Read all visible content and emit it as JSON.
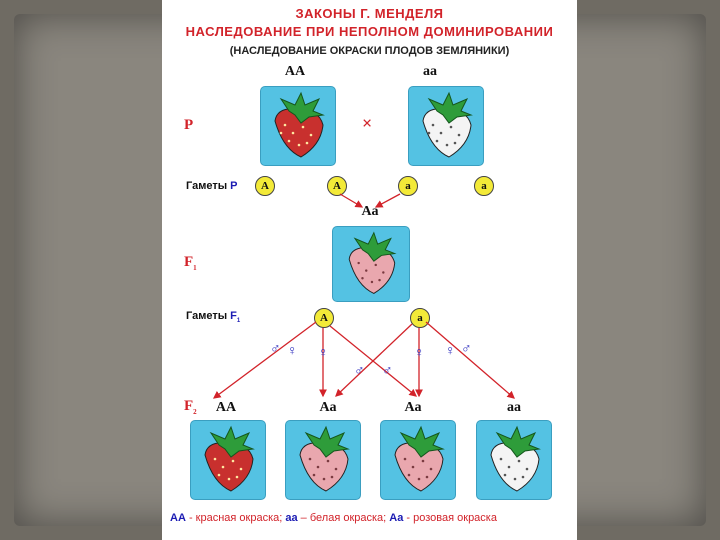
{
  "title_line1": "ЗАКОНЫ Г. МЕНДЕЛЯ",
  "title_line2": "НАСЛЕДОВАНИЕ ПРИ НЕПОЛНОМ ДОМИНИРОВАНИИ",
  "subtitle": "(НАСЛЕДОВАНИЕ ОКРАСКИ ПЛОДОВ ЗЕМЛЯНИКИ)",
  "parents": {
    "left_genotype": "AA",
    "right_genotype": "aa",
    "label": "P",
    "cross_symbol": "×"
  },
  "gametes_p": {
    "label_prefix": "Гаметы ",
    "label_gen": "P",
    "items": [
      "A",
      "A",
      "a",
      "a"
    ]
  },
  "f1": {
    "genotype": "Aa",
    "label": "F",
    "label_sub": "1"
  },
  "gametes_f1": {
    "label_prefix": "Гаметы ",
    "label_gen": "F",
    "label_sub": "1",
    "items": [
      "A",
      "a"
    ]
  },
  "sex_symbols": {
    "male": "♂",
    "female": "♀"
  },
  "f2": {
    "label": "F",
    "label_sub": "2",
    "genotypes": [
      "AA",
      "Aa",
      "Aa",
      "aa"
    ]
  },
  "legend": {
    "g1": "AA",
    "t1": " - красная окраска; ",
    "g2": "aa",
    "t2": " – белая окраска; ",
    "g3": "Aa",
    "t3": " - розовая окраска"
  },
  "colors": {
    "red_fruit": "#c8302e",
    "pink_fruit": "#e9a7ae",
    "white_fruit": "#f4f4f4",
    "box": "#54c2e3",
    "gamete": "#f3ea38",
    "arrow": "#d2232a"
  },
  "icons": [
    "strawberry-red-icon",
    "strawberry-white-icon",
    "strawberry-pink-icon"
  ]
}
